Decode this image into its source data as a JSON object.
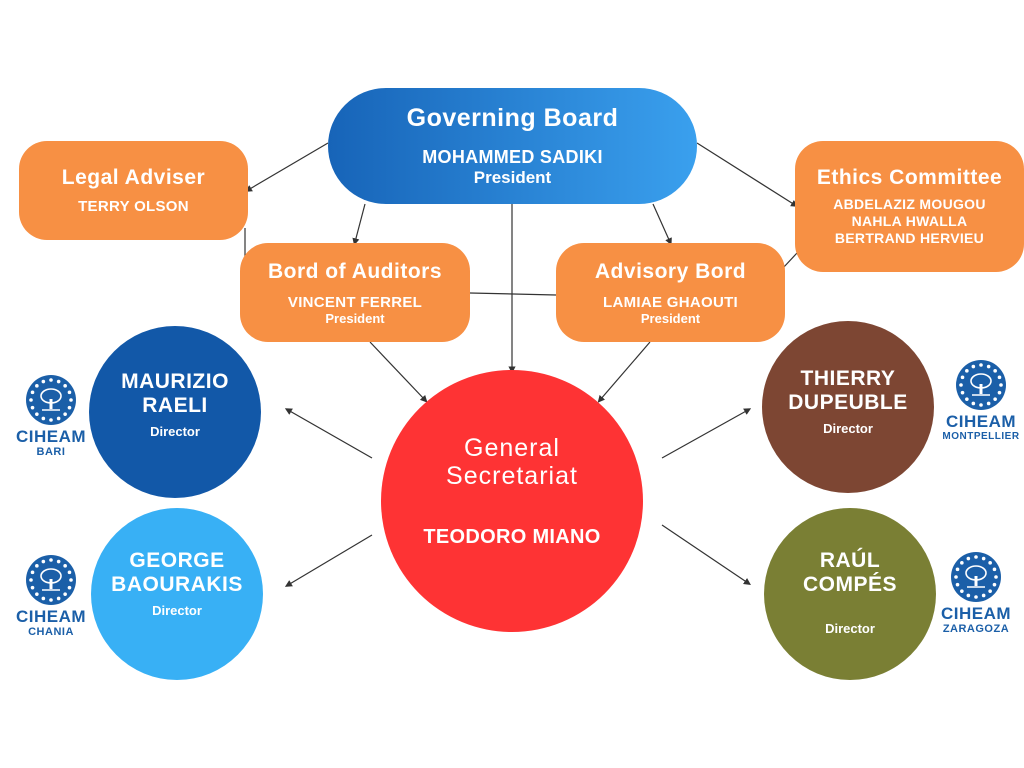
{
  "governing_board": {
    "title": "Governing Board",
    "name": "MOHAMMED SADIKI",
    "role": "President"
  },
  "legal_adviser": {
    "title": "Legal Adviser",
    "name": "TERRY OLSON"
  },
  "ethics_committee": {
    "title": "Ethics Committee",
    "members": [
      "ABDELAZIZ MOUGOU",
      "NAHLA HWALLA",
      "BERTRAND HERVIEU"
    ]
  },
  "board_of_auditors": {
    "title": "Bord of Auditors",
    "name": "VINCENT FERREL",
    "role": "President"
  },
  "advisory_board": {
    "title": "Advisory Bord",
    "name": "LAMIAE GHAOUTI",
    "role": "President"
  },
  "general_secretariat": {
    "title_line1": "General",
    "title_line2": "Secretariat",
    "name": "TEODORO MIANO"
  },
  "institutes": [
    {
      "name_line1": "MAURIZIO",
      "name_line2": "RAELI",
      "role": "Director",
      "logo_brand": "CIHEAM",
      "logo_city": "BARI",
      "color": "#1258a8"
    },
    {
      "name_line1": "GEORGE",
      "name_line2": "BAOURAKIS",
      "role": "Director",
      "logo_brand": "CIHEAM",
      "logo_city": "CHANIA",
      "color": "#38b0f5"
    },
    {
      "name_line1": "THIERRY",
      "name_line2": "DUPEUBLE",
      "role": "Director",
      "logo_brand": "CIHEAM",
      "logo_city": "MONTPELLIER",
      "color": "#7d4633"
    },
    {
      "name_line1": "RAÚL",
      "name_line2": "COMPÉS",
      "role": "Director",
      "logo_brand": "CIHEAM",
      "logo_city": "ZARAGOZA",
      "color": "#7a7f34"
    }
  ],
  "colors": {
    "orange": "#f79044",
    "governing_start": "#1764b8",
    "governing_end": "#3aa0ee",
    "secretariat": "#fe3334",
    "line": "#333333",
    "logo": "#1b5fa8"
  },
  "icons": {
    "logo": "olive-tree-stars-icon"
  }
}
